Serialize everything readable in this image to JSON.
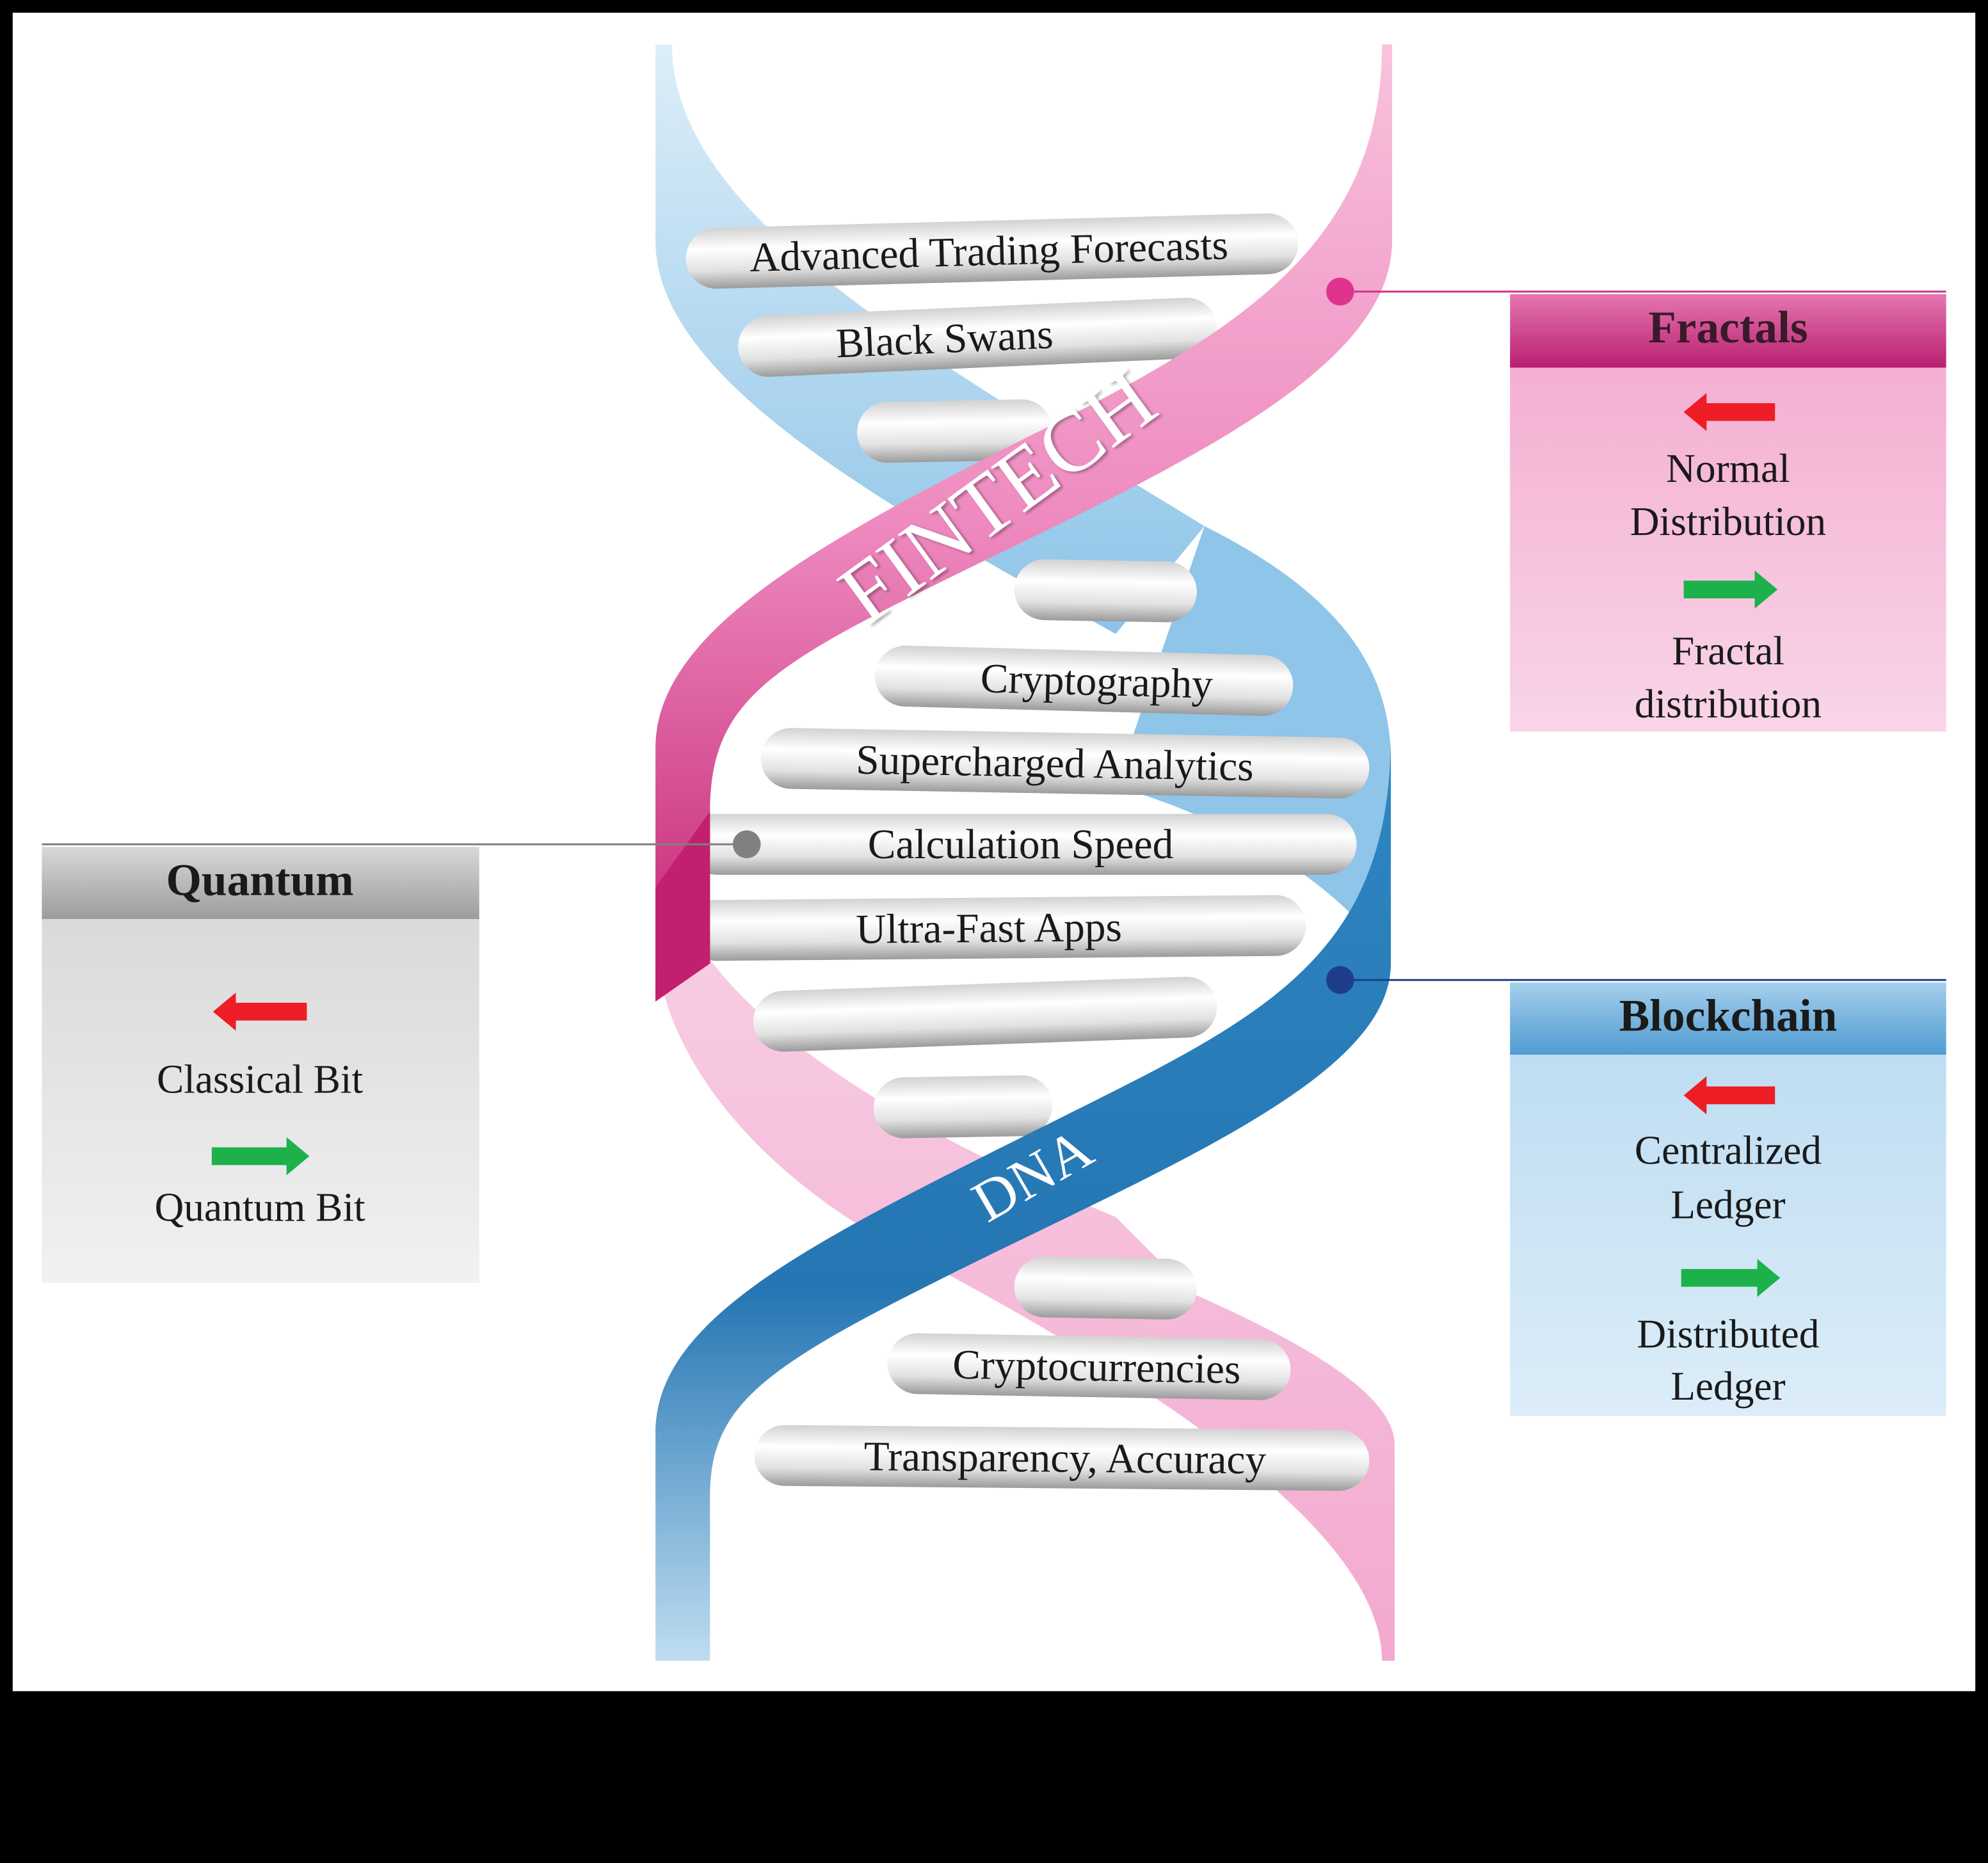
{
  "helix": {
    "top_strand_label": "FINTECH",
    "bottom_strand_label": "DNA",
    "rungs": [
      {
        "label": "Advanced Trading Forecasts"
      },
      {
        "label": "Black Swans"
      },
      {
        "label": ""
      },
      {
        "label": ""
      },
      {
        "label": "Cryptography"
      },
      {
        "label": "Supercharged Analytics"
      },
      {
        "label": "Calculation Speed"
      },
      {
        "label": "Ultra-Fast Apps"
      },
      {
        "label": ""
      },
      {
        "label": ""
      },
      {
        "label": ""
      },
      {
        "label": "Cryptocurrencies"
      },
      {
        "label": "Transparency, Accuracy"
      }
    ]
  },
  "panels": {
    "fractals": {
      "title": "Fractals",
      "left_arrow_label_1": "Normal",
      "left_arrow_label_2": "Distribution",
      "right_arrow_label_1": "Fractal",
      "right_arrow_label_2": "distribution"
    },
    "quantum": {
      "title": "Quantum",
      "left_arrow_label": "Classical Bit",
      "right_arrow_label": "Quantum Bit"
    },
    "blockchain": {
      "title": "Blockchain",
      "left_arrow_label_1": "Centralized",
      "left_arrow_label_2": "Ledger",
      "right_arrow_label_1": "Distributed",
      "right_arrow_label_2": "Ledger"
    }
  },
  "colors": {
    "pink_strand": "#EE8ABF",
    "blue_strand": "#2C82BE",
    "light_blue_strand": "#A9D3EE",
    "light_pink_strand": "#F6C2DE",
    "fractals_header": "#C8307E",
    "fractals_body": "#F6C0DE",
    "blockchain_header": "#5DA6D8",
    "blockchain_body": "#C9E3F4",
    "quantum_header": "#A3A3A3",
    "quantum_body": "#E5E5E5",
    "arrow_red": "#EE1C24",
    "arrow_green": "#1DB14B"
  }
}
